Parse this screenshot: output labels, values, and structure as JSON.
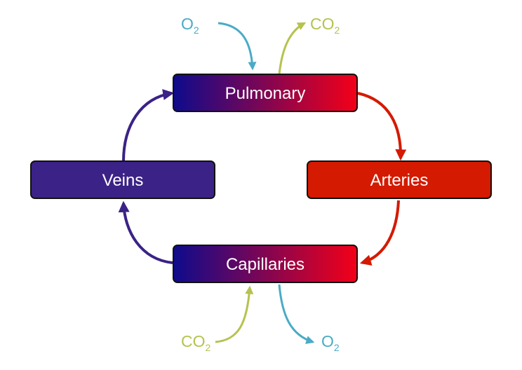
{
  "diagram": {
    "nodes": {
      "pulmonary": {
        "label": "Pulmonary",
        "fill": "gradient"
      },
      "veins": {
        "label": "Veins",
        "fill": "#3b2286"
      },
      "arteries": {
        "label": "Arteries",
        "fill": "#d41a00"
      },
      "capillaries": {
        "label": "Capillaries",
        "fill": "gradient"
      }
    },
    "gradient": {
      "from": "#0e0b8c",
      "to": "#f40018"
    },
    "gases": {
      "top_in": {
        "base": "O",
        "sub": "2",
        "color": "#4aabc6"
      },
      "top_out": {
        "base": "CO",
        "sub": "2",
        "color": "#b6c24f"
      },
      "bottom_in": {
        "base": "CO",
        "sub": "2",
        "color": "#b6c24f"
      },
      "bottom_out": {
        "base": "O",
        "sub": "2",
        "color": "#4aabc6"
      }
    },
    "flows": [
      {
        "from": "Pulmonary",
        "to": "Arteries",
        "color": "#d41a00"
      },
      {
        "from": "Arteries",
        "to": "Capillaries",
        "color": "#d41a00"
      },
      {
        "from": "Capillaries",
        "to": "Veins",
        "color": "#3b2286"
      },
      {
        "from": "Veins",
        "to": "Pulmonary",
        "color": "#3b2286"
      }
    ]
  }
}
